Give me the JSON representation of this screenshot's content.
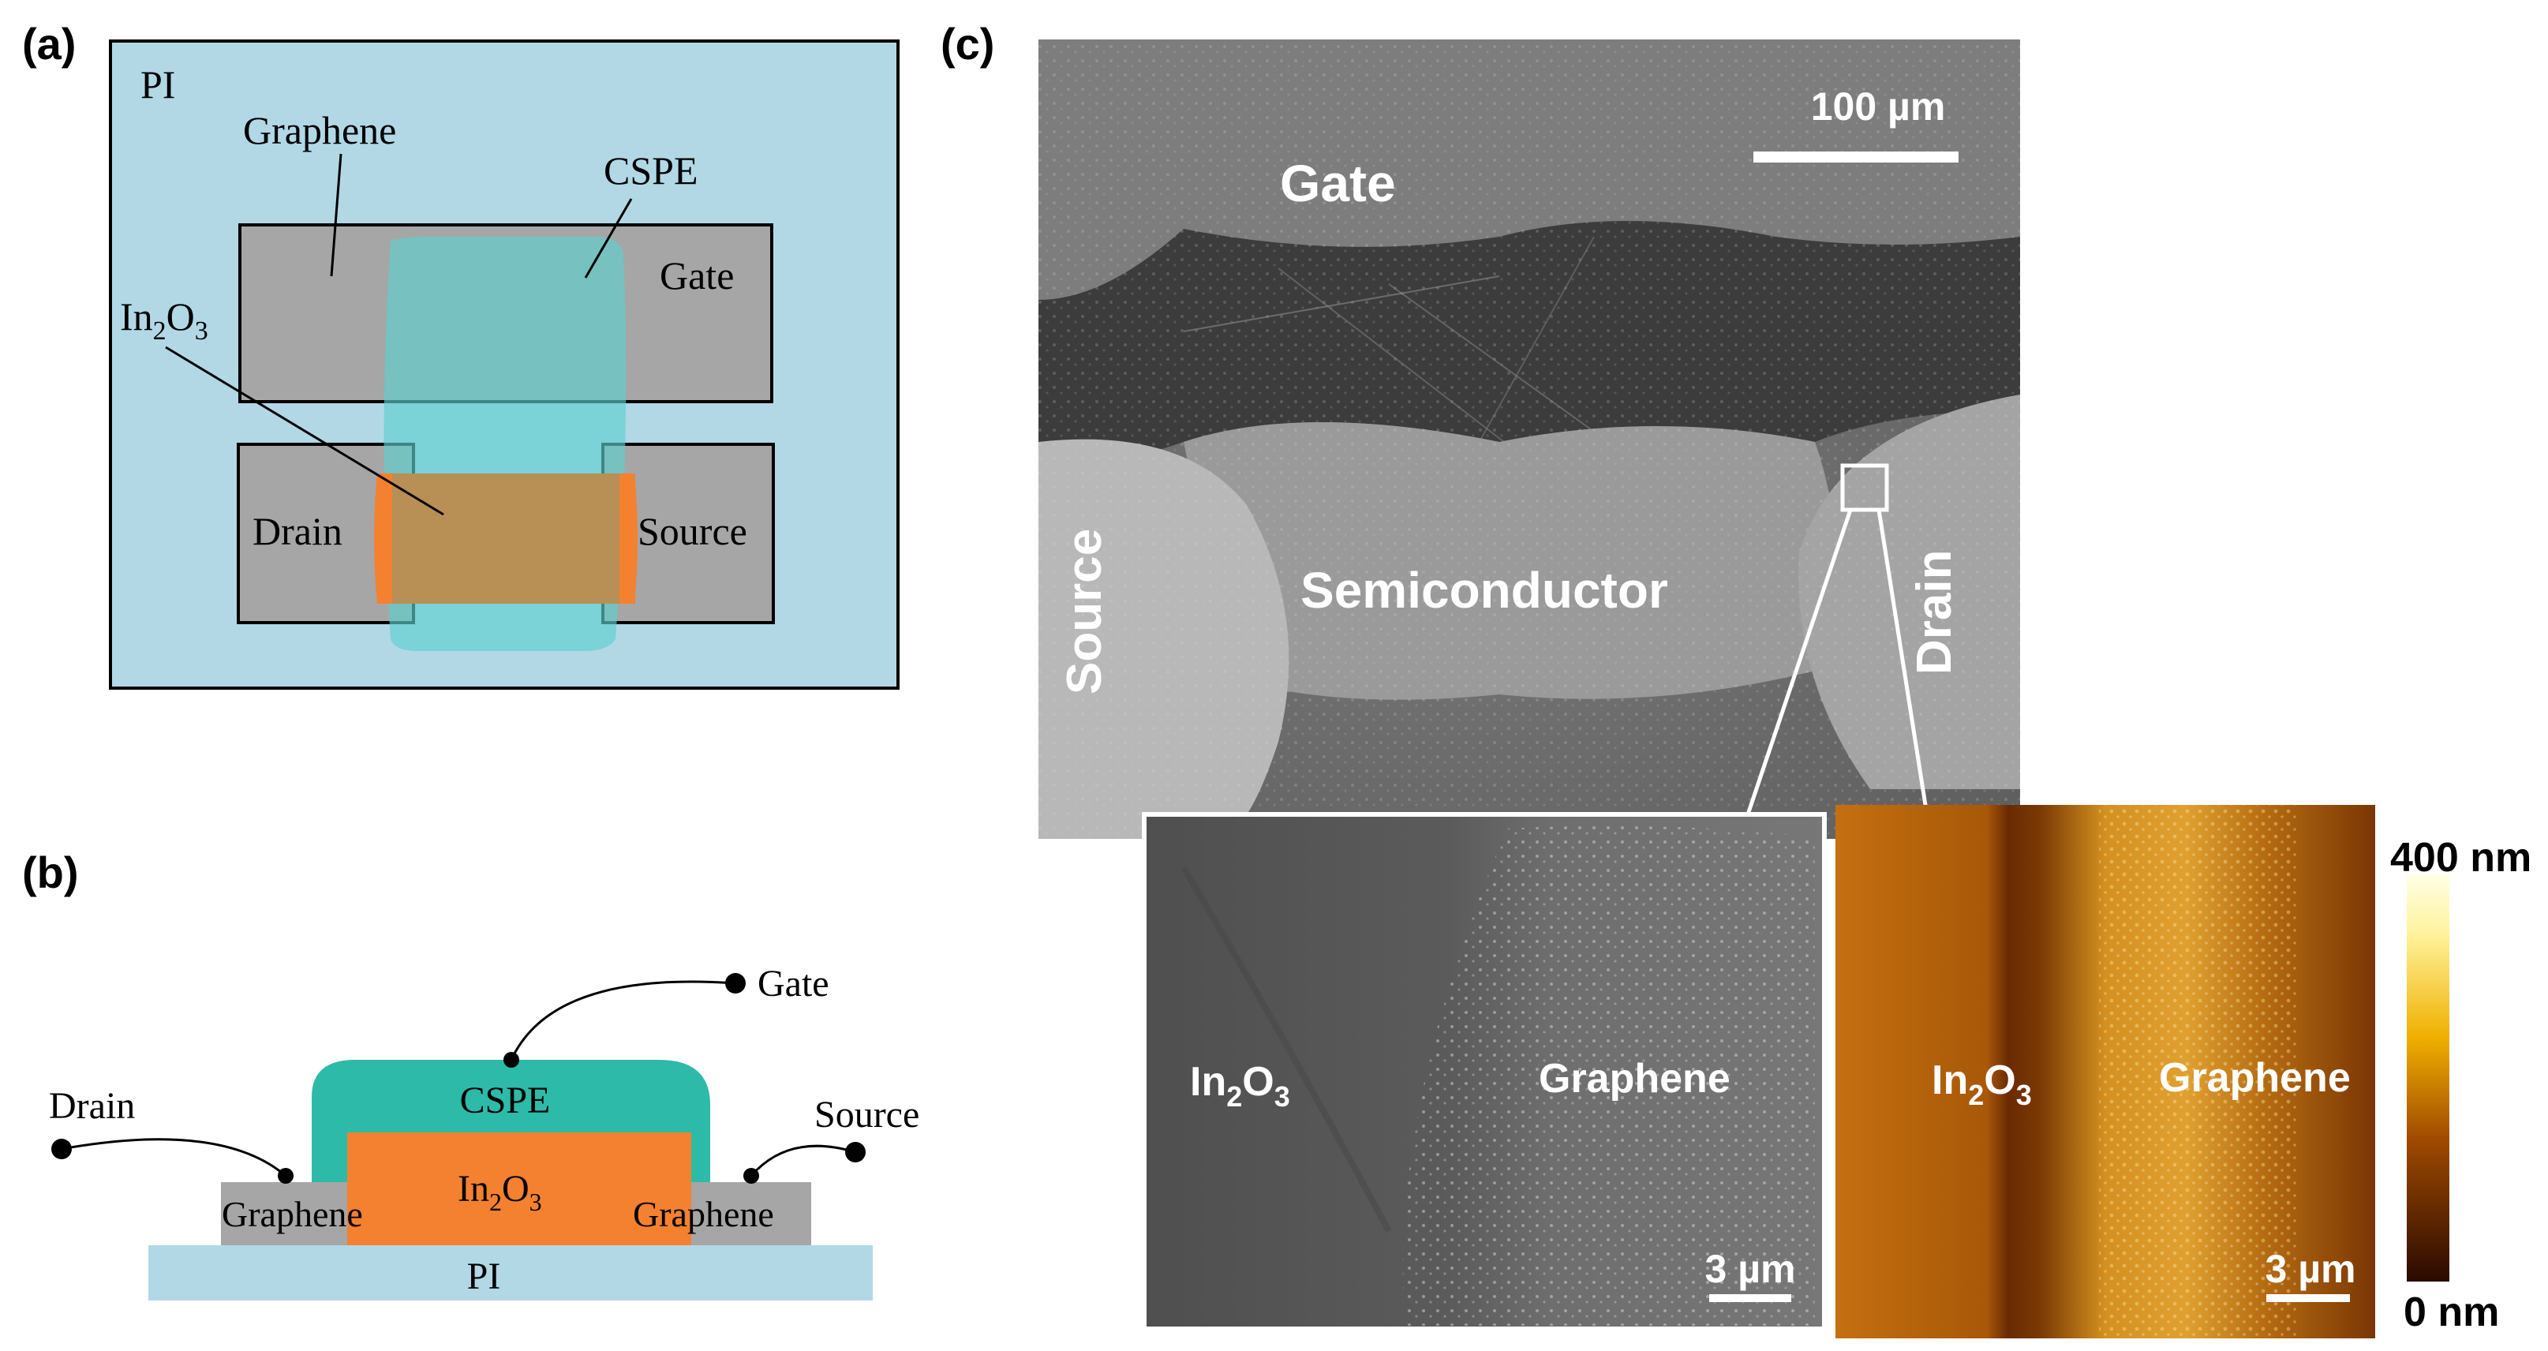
{
  "panel_a": {
    "letter": "(a)",
    "pi": "PI",
    "graphene": "Graphene",
    "cspe": "CSPE",
    "gate": "Gate",
    "in2o3_main": "In",
    "in2o3_sub1": "2",
    "in2o3_o": "O",
    "in2o3_sub2": "3",
    "drain": "Drain",
    "source": "Source"
  },
  "panel_b": {
    "letter": "(b)",
    "gate": "Gate",
    "drain": "Drain",
    "source": "Source",
    "cspe": "CSPE",
    "in2o3_main": "In",
    "in2o3_sub1": "2",
    "in2o3_o": "O",
    "in2o3_sub2": "3",
    "graphene_left": "Graphene",
    "graphene_right": "Graphene",
    "pi": "PI"
  },
  "panel_c": {
    "letter": "(c)",
    "scale_main": "100 µm",
    "gate": "Gate",
    "source": "Source",
    "drain": "Drain",
    "semiconductor": "Semiconductor",
    "sem_in_main": "In",
    "sem_in_sub1": "2",
    "sem_in_o": "O",
    "sem_in_sub2": "3",
    "sem_graphene": "Graphene",
    "sem_scale": "3 µm",
    "afm_in_main": "In",
    "afm_in_sub1": "2",
    "afm_in_o": "O",
    "afm_in_sub2": "3",
    "afm_graphene": "Graphene",
    "afm_scale": "3 µm",
    "colorbar_max": "400 nm",
    "colorbar_min": "0 nm"
  },
  "colors": {
    "pi_blue": "#b2d8e6",
    "electrode_gray": "#a6a6a6",
    "cspe_teal": "#2dbaa8",
    "in2o3_orange": "#f4812f",
    "in2o3_overlap": "#b88f55"
  }
}
